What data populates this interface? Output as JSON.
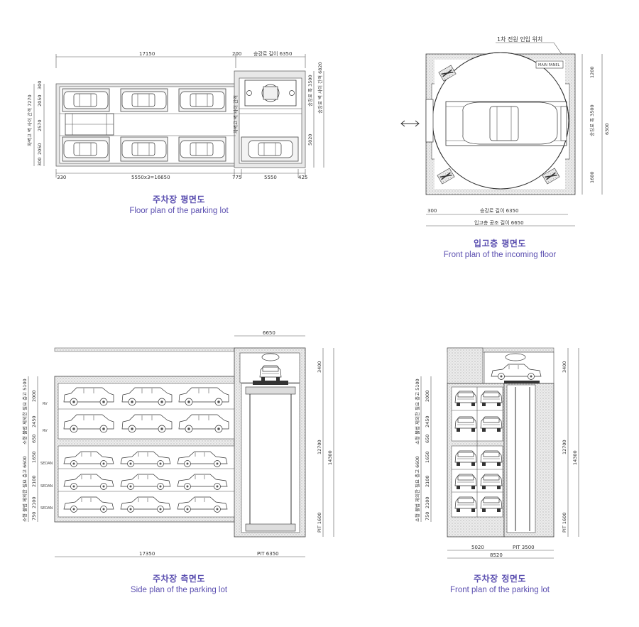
{
  "floor_plan": {
    "caption_ko": "주차장 평면도",
    "caption_en": "Floor plan of the parking lot",
    "dims": {
      "top_total": "17150",
      "top_gap": "200",
      "top_right": "승강로 길이 6350",
      "bottom_left": "330",
      "bottom_mid": "5550x3=16650",
      "bottom_775": "775",
      "bottom_right": "5550",
      "bottom_end": "425",
      "left_300a": "300",
      "left_2050a": "2050",
      "left_2570": "2570",
      "left_2050b": "2050",
      "left_300b": "300",
      "left_total": "차벽고 벽 사이 간격 7270",
      "left_total2": "차벽고 벽 사이 간격",
      "right_3500": "승강로 폭 3500",
      "right_6820": "승강로 벽 사이 간격 6820",
      "right_5020": "5020",
      "mid_label": "차벽고 벽 사이 간격"
    }
  },
  "incoming_plan": {
    "caption_ko": "입고층 평면도",
    "caption_en": "Front plan of the incoming floor",
    "power_label": "1차 전원 인입 위치",
    "panel_label": "MAIN PANEL",
    "dims": {
      "bottom_300": "300",
      "bottom_6350": "승강로 길이 6350",
      "bottom_6650": "입고층 공조 길이 6650",
      "right_1200": "1200",
      "right_3500": "승강로 폭 3500",
      "right_1600": "1600",
      "right_6300": "6300"
    }
  },
  "side_plan": {
    "caption_ko": "주차장 측면도",
    "caption_en": "Side plan of the parking lot",
    "dims": {
      "top_6650": "6650",
      "right_3400": "3400",
      "right_12700": "12700",
      "right_14300": "14300",
      "right_pit": "PIT 1600",
      "bottom_17350": "17350",
      "bottom_pit": "PIT 6350",
      "left_label1": "소형 불법 제외한 필요 층고 5100",
      "left_label2": "소형 불법 제외한 필요 층고 6600",
      "left_2000": "2000",
      "left_2450": "2450",
      "left_650": "650",
      "left_1650": "1650",
      "left_2100a": "2100",
      "left_2100b": "2100",
      "left_750": "750",
      "row_tag_rv": "RV",
      "row_tag_sedan": "SEDAN"
    }
  },
  "front_plan": {
    "caption_ko": "주차장 정면도",
    "caption_en": "Front plan of the parking lot",
    "dims": {
      "right_3400": "3400",
      "right_12700": "12700",
      "right_14300": "14300",
      "right_pit": "PIT 1600",
      "bottom_5020": "5020",
      "bottom_pit": "PIT 3500",
      "bottom_8520": "8520",
      "left_label1": "소형 불법 제외한 필요 층고 5100",
      "left_label2": "소형 불법 제외한 필요 층고 6600",
      "left_2000": "2000",
      "left_2450": "2450",
      "left_650": "650",
      "left_1650": "1650",
      "left_2100a": "2100",
      "left_2100b": "2100",
      "left_750": "750"
    }
  }
}
